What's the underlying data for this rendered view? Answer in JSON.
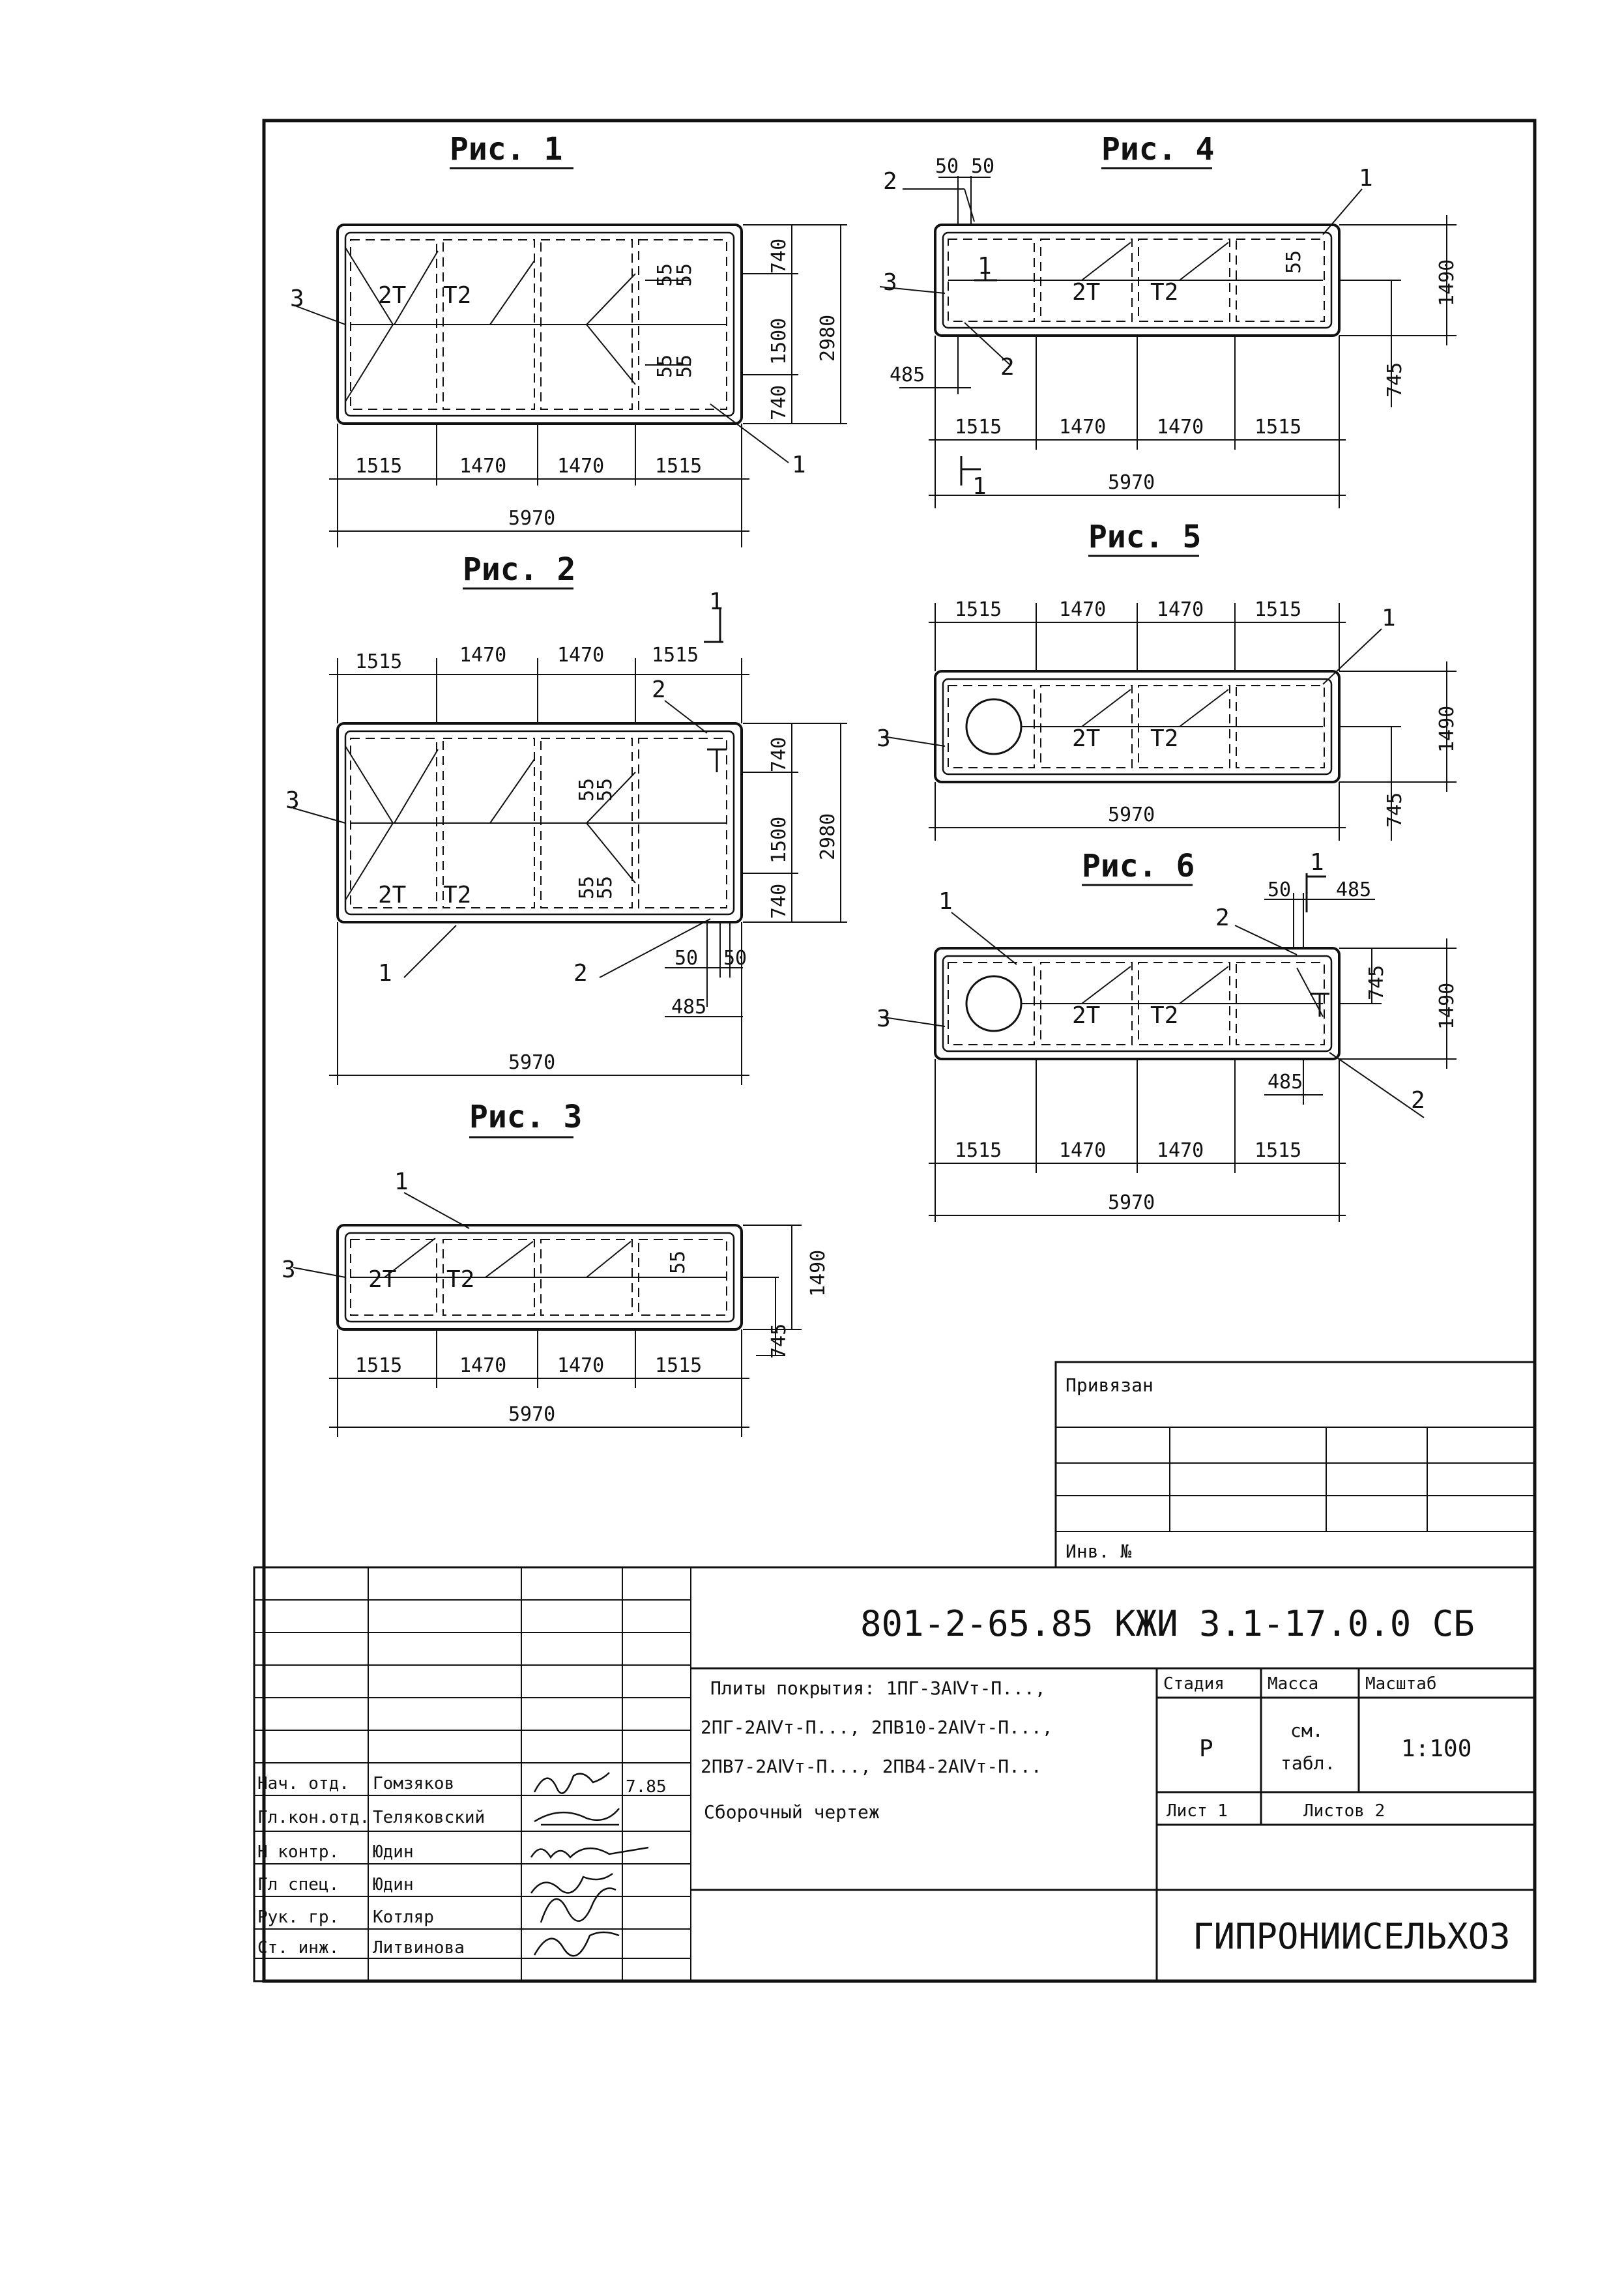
{
  "figures": {
    "fig1": {
      "title": "Рис. 1",
      "callouts": [
        "3",
        "1"
      ],
      "labels": [
        "2Т",
        "Т2"
      ],
      "dims_bottom": [
        "1515",
        "1470",
        "1470",
        "1515"
      ],
      "dim_total": "5970",
      "dims_right": [
        "740",
        "1500",
        "740"
      ],
      "dim_height": "2980",
      "dims_small": [
        "55",
        "55",
        "55",
        "55"
      ]
    },
    "fig2": {
      "title": "Рис. 2",
      "callouts": [
        "3",
        "1",
        "2",
        "2"
      ],
      "labels": [
        "2Т",
        "Т2"
      ],
      "dims_top": [
        "1515",
        "1470",
        "1470",
        "1515"
      ],
      "dim_total": "5970",
      "dims_right": [
        "740",
        "1500",
        "740"
      ],
      "dim_height": "2980",
      "dims_small": [
        "55",
        "55",
        "55",
        "55",
        "50",
        "50",
        "485"
      ],
      "section": "1"
    },
    "fig3": {
      "title": "Рис. 3",
      "callouts": [
        "3",
        "1"
      ],
      "labels": [
        "2Т",
        "Т2"
      ],
      "dims_bottom": [
        "1515",
        "1470",
        "1470",
        "1515"
      ],
      "dim_total": "5970",
      "dim_height": "1490",
      "dim_half": "745",
      "dims_small": [
        "55"
      ]
    },
    "fig4": {
      "title": "Рис. 4",
      "callouts": [
        "2",
        "3",
        "2",
        "1"
      ],
      "labels": [
        "2Т",
        "Т2",
        "1"
      ],
      "dims_bottom": [
        "1515",
        "1470",
        "1470",
        "1515"
      ],
      "dim_total": "5970",
      "dim_height": "1490",
      "dim_half": "745",
      "dims_small": [
        "50",
        "50",
        "55",
        "485"
      ],
      "section": "1"
    },
    "fig5": {
      "title": "Рис. 5",
      "callouts": [
        "3",
        "1"
      ],
      "labels": [
        "2Т",
        "Т2"
      ],
      "dims_top": [
        "1515",
        "1470",
        "1470",
        "1515"
      ],
      "dim_total": "5970",
      "dim_height": "1490",
      "dim_half": "745"
    },
    "fig6": {
      "title": "Рис. 6",
      "callouts": [
        "1",
        "2",
        "3",
        "2"
      ],
      "labels": [
        "2Т",
        "Т2"
      ],
      "dims_bottom": [
        "1515",
        "1470",
        "1470",
        "1515"
      ],
      "dim_total": "5970",
      "dim_height": "1490",
      "dims_small": [
        "50",
        "485",
        "745",
        "485"
      ],
      "section": "1"
    }
  },
  "stamp": {
    "privyazan": "Привязан",
    "inv": "Инв. №"
  },
  "title_block": {
    "code": "801-2-65.85 КЖИ 3.1-17.0.0 СБ",
    "name_lines": [
      "Плиты покрытия: 1ПГ-3АⅣт-П...,",
      "2ПГ-2АⅣт-П..., 2ПВ10-2АⅣт-П...,",
      "2ПВ7-2АⅣт-П..., 2ПВ4-2АⅣт-П..."
    ],
    "doc_type": "Сборочный чертеж",
    "headers": {
      "stage": "Стадия",
      "mass": "Масса",
      "scale": "Масштаб"
    },
    "values": {
      "stage": "Р",
      "mass_1": "см.",
      "mass_2": "табл.",
      "scale": "1:100"
    },
    "sheet": "Лист 1",
    "sheets": "Листов 2",
    "org": "ГИПРОНИИСЕЛЬХОЗ",
    "date": "7.85",
    "people": [
      {
        "role": "Нач. отд.",
        "name": "Гомзяков"
      },
      {
        "role": "Гл.кон.отд.",
        "name": "Теляковский"
      },
      {
        "role": "Н контр.",
        "name": "Юдин"
      },
      {
        "role": "Гл спец.",
        "name": "Юдин"
      },
      {
        "role": "Рук. гр.",
        "name": "Котляр"
      },
      {
        "role": "Ст. инж.",
        "name": "Литвинова"
      }
    ]
  }
}
